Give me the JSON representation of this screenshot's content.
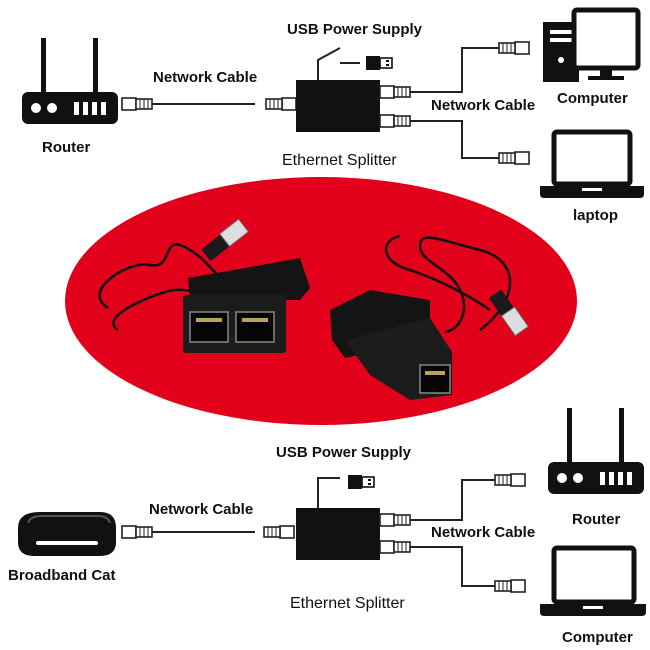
{
  "top_diagram": {
    "usb_power_label": "USB Power Supply",
    "network_cable_left_label": "Network Cable",
    "network_cable_right_label": "Network Cable",
    "splitter_label": "Ethernet Splitter",
    "router_label": "Router",
    "computer_label": "Computer",
    "laptop_label": "laptop"
  },
  "bottom_diagram": {
    "usb_power_label": "USB Power Supply",
    "network_cable_left_label": "Network Cable",
    "network_cable_right_label": "Network Cable",
    "splitter_label": "Ethernet Splitter",
    "modem_label": "Broadband Cat",
    "router_label": "Router",
    "computer_label": "Computer"
  },
  "colors": {
    "ellipse_fill": "#e3001b",
    "line": "#222222",
    "device": "#111111"
  }
}
